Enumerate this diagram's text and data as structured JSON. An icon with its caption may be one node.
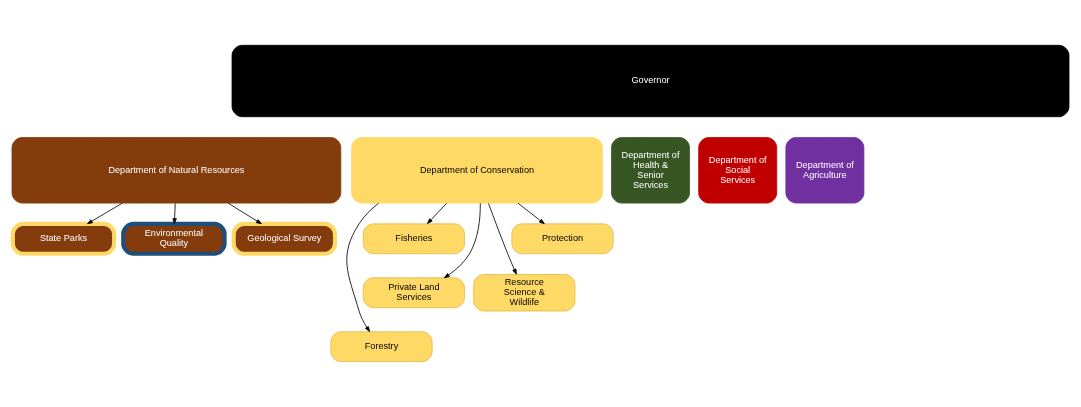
{
  "diagram": {
    "nodes": [
      {
        "text": [
          "Governor"
        ]
      },
      {
        "text": [
          "Department of Natural Resources"
        ]
      },
      {
        "text": [
          "Department of Conservation"
        ]
      },
      {
        "text": [
          "Department of Health & Senior Services"
        ]
      },
      {
        "text": [
          "Department of Social Services"
        ]
      },
      {
        "text": [
          "Department of Agriculture"
        ]
      },
      {
        "text": [
          "Environmental Quality"
        ]
      },
      {
        "text": [
          "Geological Survey"
        ]
      },
      {
        "text": [
          "State Parks"
        ]
      },
      {
        "text": [
          "Fisheries"
        ]
      },
      {
        "text": [
          "Protection"
        ]
      },
      {
        "text": [
          "Private Land Services"
        ]
      },
      {
        "text": [
          "Resource Science & Wildlife"
        ]
      },
      {
        "text": [
          "Forestry"
        ]
      }
    ],
    "edges": [
      {
        "from": 1,
        "to": 6,
        "arrow": "to"
      },
      {
        "from": 1,
        "to": 7,
        "arrow": "to"
      },
      {
        "from": 1,
        "to": 8,
        "arrow": "to"
      },
      {
        "from": 2,
        "to": 9,
        "arrow": "to"
      },
      {
        "from": 2,
        "to": 10,
        "arrow": "to"
      },
      {
        "from": 2,
        "to": 11,
        "arrow": "to"
      },
      {
        "from": 2,
        "to": 12,
        "arrow": "to"
      },
      {
        "from": 2,
        "to": 13,
        "arrow": "to"
      }
    ]
  }
}
